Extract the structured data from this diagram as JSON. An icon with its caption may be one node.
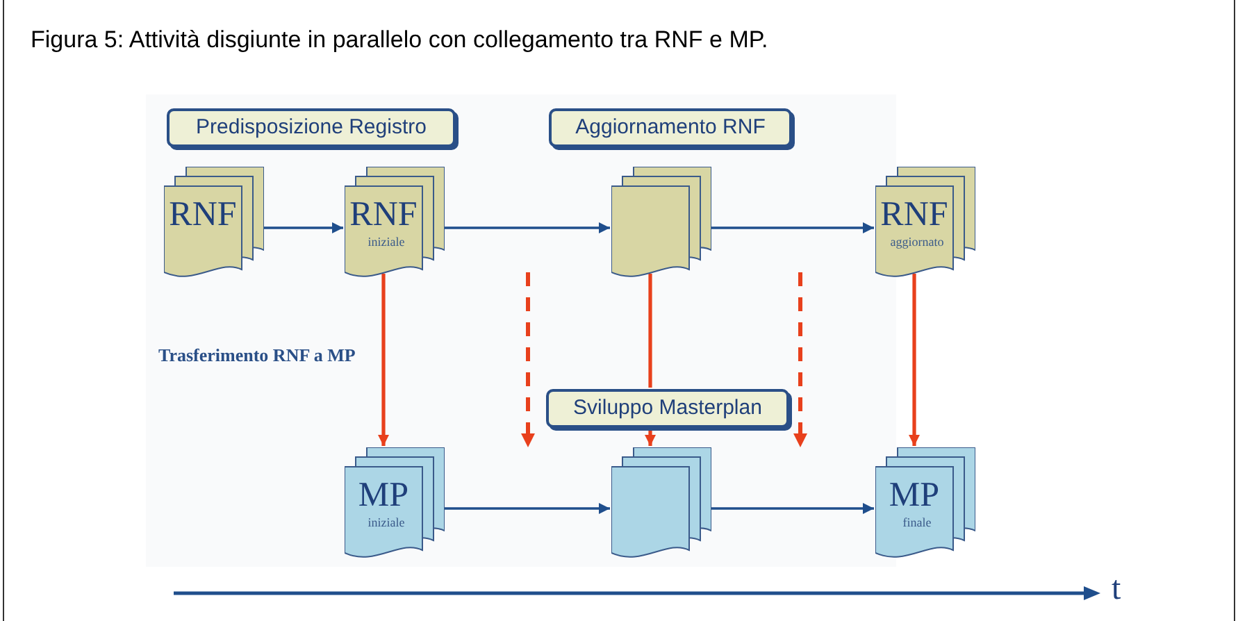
{
  "diagram": {
    "title": "Figura 5: Attività disgiunte in parallelo con collegamento tra RNF e MP.",
    "nodes": [
      {
        "text": [
          "Predisposizione Registro"
        ]
      },
      {
        "text": [
          "Aggiornamento RNF"
        ]
      },
      {
        "text": [
          "RNF"
        ]
      },
      {
        "text": [
          "RNF",
          "iniziale"
        ]
      },
      {
        "text": [],
        "shape": "document"
      },
      {
        "text": [
          "RNF",
          "aggiornato"
        ]
      },
      {
        "text": [
          "Sviluppo Masterplan"
        ]
      },
      {
        "text": [
          "MP",
          "iniziale"
        ]
      },
      {
        "text": [],
        "shape": "document"
      },
      {
        "text": [
          "MP",
          "finale"
        ]
      }
    ],
    "edges": [
      {
        "from": 2,
        "to": 3,
        "arrow": "to"
      },
      {
        "from": 3,
        "to": 4,
        "arrow": "to"
      },
      {
        "from": 4,
        "to": 5,
        "arrow": "to"
      },
      {
        "from": 7,
        "to": 8,
        "arrow": "to"
      },
      {
        "from": 8,
        "to": 9,
        "arrow": "to"
      },
      {
        "from": 3,
        "to": 7,
        "arrow": "to",
        "color": "#e8401c"
      },
      {
        "from": 4,
        "to": 6,
        "arrow": "none",
        "color": "#e8401c"
      },
      {
        "from": 6,
        "to": 8,
        "arrow": "to",
        "color": "#e8401c"
      },
      {
        "from": 5,
        "to": 9,
        "arrow": "to",
        "color": "#e8401c"
      }
    ],
    "labels": [
      "Trasferimento RNF a MP",
      "t"
    ]
  }
}
